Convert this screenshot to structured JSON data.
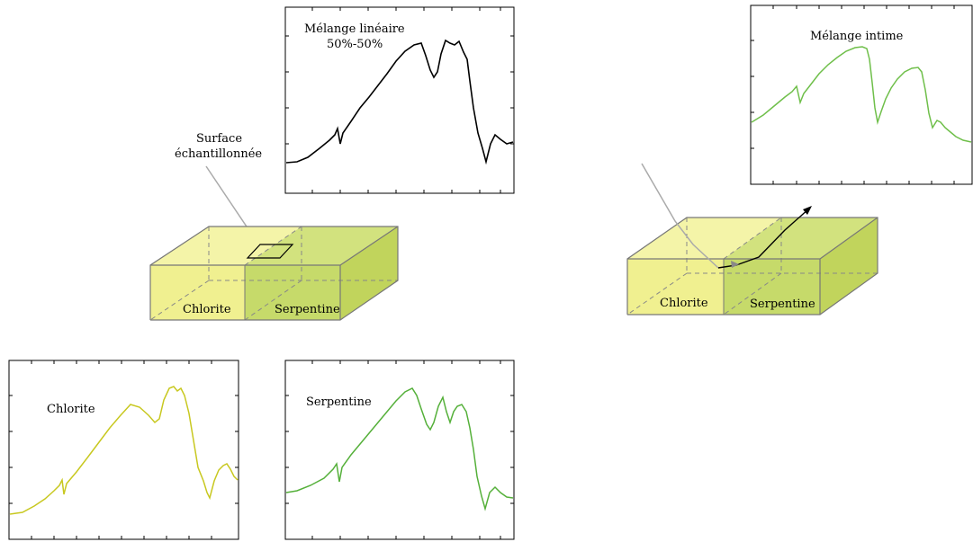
{
  "linear_mix": {
    "box_label": "Mélange linéaire",
    "box_sublabel": "50%-50%",
    "surface_label_line1": "Surface",
    "surface_label_line2": "échantillonnée",
    "block_left_label": "Chlorite",
    "block_right_label": "Serpentine"
  },
  "intimate_mix": {
    "box_label": "Mélange intime",
    "block_left_label": "Chlorite",
    "block_right_label": "Serpentine"
  },
  "spectra": {
    "chlorite_label": "Chlorite",
    "serpentine_label": "Serpentine"
  },
  "colors": {
    "chlorite": "#c8c820",
    "serpentine": "#55b03a",
    "linear_mix": "#000000",
    "intimate_mix": "#6fbf4a",
    "block_chlorite": "#f0f090",
    "block_serpentine": "#c6da6a"
  }
}
